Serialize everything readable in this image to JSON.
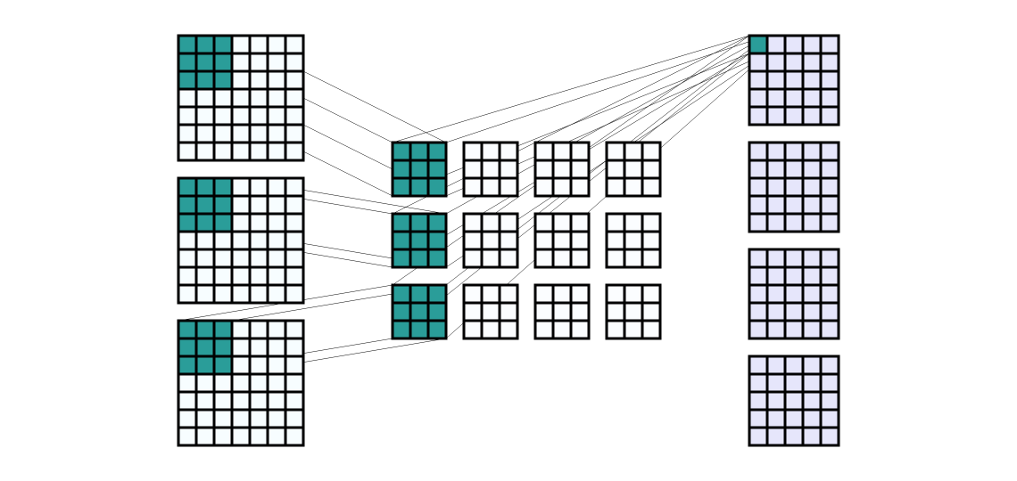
{
  "colors": {
    "highlight": "#2a9d99",
    "input_fill": "#f7fdff",
    "kernel_fill": "#fbfdff",
    "output_fill": "#e6e6fb",
    "line": "#000000",
    "background": "#ffffff"
  },
  "input_maps": {
    "count": 3,
    "rows": 7,
    "cols": 7,
    "highlight_rows": 3,
    "highlight_cols": 3
  },
  "kernels": {
    "rows": 3,
    "cols": 4,
    "cell_rows": 3,
    "cell_cols": 3,
    "highlighted_column": 0
  },
  "output_maps": {
    "count": 4,
    "rows": 5,
    "cols": 5,
    "highlight_first_cell": true
  }
}
